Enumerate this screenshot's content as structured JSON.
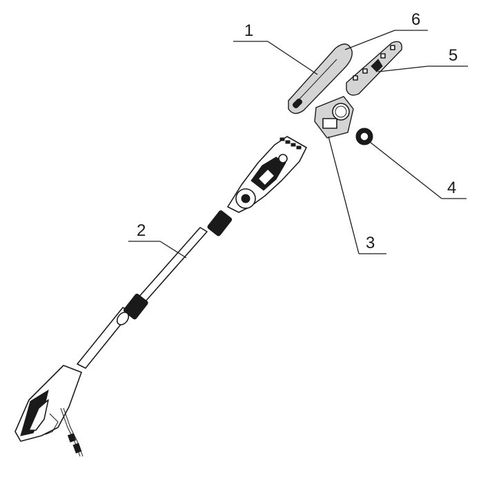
{
  "callouts": [
    {
      "id": "1",
      "label": "1"
    },
    {
      "id": "2",
      "label": "2"
    },
    {
      "id": "3",
      "label": "3"
    },
    {
      "id": "4",
      "label": "4"
    },
    {
      "id": "5",
      "label": "5"
    },
    {
      "id": "6",
      "label": "6"
    }
  ],
  "colors": {
    "ink": "#1a1a1a",
    "paper": "#ffffff",
    "shade": "#d4d4d4"
  }
}
